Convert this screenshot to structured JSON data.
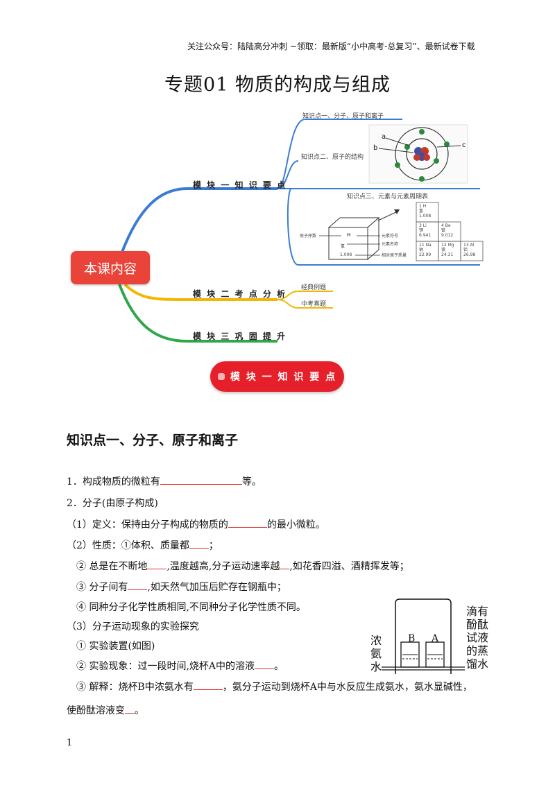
{
  "header": {
    "note": "关注公众号：陆陆高分冲刺 ~领取：最新版“小中高考-总复习”、最新试卷下载"
  },
  "title": "专题01  物质的构成与组成",
  "mindmap": {
    "center": "本课内容",
    "branches": [
      {
        "label": "模 块 一   知 识 要 点",
        "color": "#3a7bd5"
      },
      {
        "label": "模 块 二   考 点 分 析",
        "color": "#f2b705"
      },
      {
        "label": "模 块 三   巩 固 提 升",
        "color": "#2ea84a"
      }
    ],
    "leaves": {
      "k1": "知识点一、分子、原子和离子",
      "k2": "知识点二、原子的结构",
      "k3": "知识点三、元素与元素周期表",
      "e1": "经典例题",
      "e2": "中考真题"
    },
    "atom_labels": [
      "a",
      "b",
      "c"
    ],
    "element_box": {
      "left": [
        "原子序数",
        "氢"
      ],
      "right": [
        "元素符号",
        "元素名称",
        "相对原子质量"
      ],
      "symbol": "H",
      "mass": "1.008"
    },
    "periodic": [
      {
        "num": "1",
        "sym": "H",
        "name": "氢",
        "mass": "1.008"
      },
      {
        "num": "3",
        "sym": "Li",
        "name": "锂",
        "mass": "6.941"
      },
      {
        "num": "4",
        "sym": "Be",
        "name": "铍",
        "mass": "9.012"
      },
      {
        "num": "11",
        "sym": "Na",
        "name": "钠",
        "mass": "22.99"
      },
      {
        "num": "12",
        "sym": "Mg",
        "name": "镁",
        "mass": "24.31"
      },
      {
        "num": "13",
        "sym": "Al",
        "name": "铝",
        "mass": "26.98"
      }
    ]
  },
  "pill": {
    "label": "模 块 一   知 识 要 点"
  },
  "section": {
    "heading": "知识点一、分子、原子和离子"
  },
  "content": {
    "l1a": "1．构成物质的微粒有",
    "l1b": "等。",
    "l2": "2．分子(由原子构成)",
    "l3a": "（1）定义：保持由分子构成的物质的",
    "l3b": "的最小微粒。",
    "l4a": "（2）性质：①体积、质量都",
    "l4b": "；",
    "l5a": "② 总是在不断地",
    "l5b": ",温度越高,分子运动速率越",
    "l5c": ",如花香四溢、酒精挥发等；",
    "l6a": "③ 分子间有",
    "l6b": ",如天然气加压后贮存在钢瓶中；",
    "l7": "④ 同种分子化学性质相同,不同种分子化学性质不同。",
    "l8": "（3）分子运动现象的实验探究",
    "l9": "① 实验装置(如图)",
    "l10a": "② 实验现象：过一段时间,烧杯A中的溶液",
    "l10b": "。",
    "l11a": "③ 解释：烧杯B中浓氨水有",
    "l11b": "，氨分子运动到烧杯A中与水反应生成氨水，氨水显碱性，",
    "l12a": "使酚酞溶液变",
    "l12b": "。"
  },
  "experiment": {
    "left_label": [
      "浓",
      "氨",
      "水"
    ],
    "right_label": [
      "滴有",
      "酚酞",
      "试液",
      "的蒸",
      "馏水"
    ],
    "beaker_b": "B",
    "beaker_a": "A"
  },
  "page_number": "1"
}
